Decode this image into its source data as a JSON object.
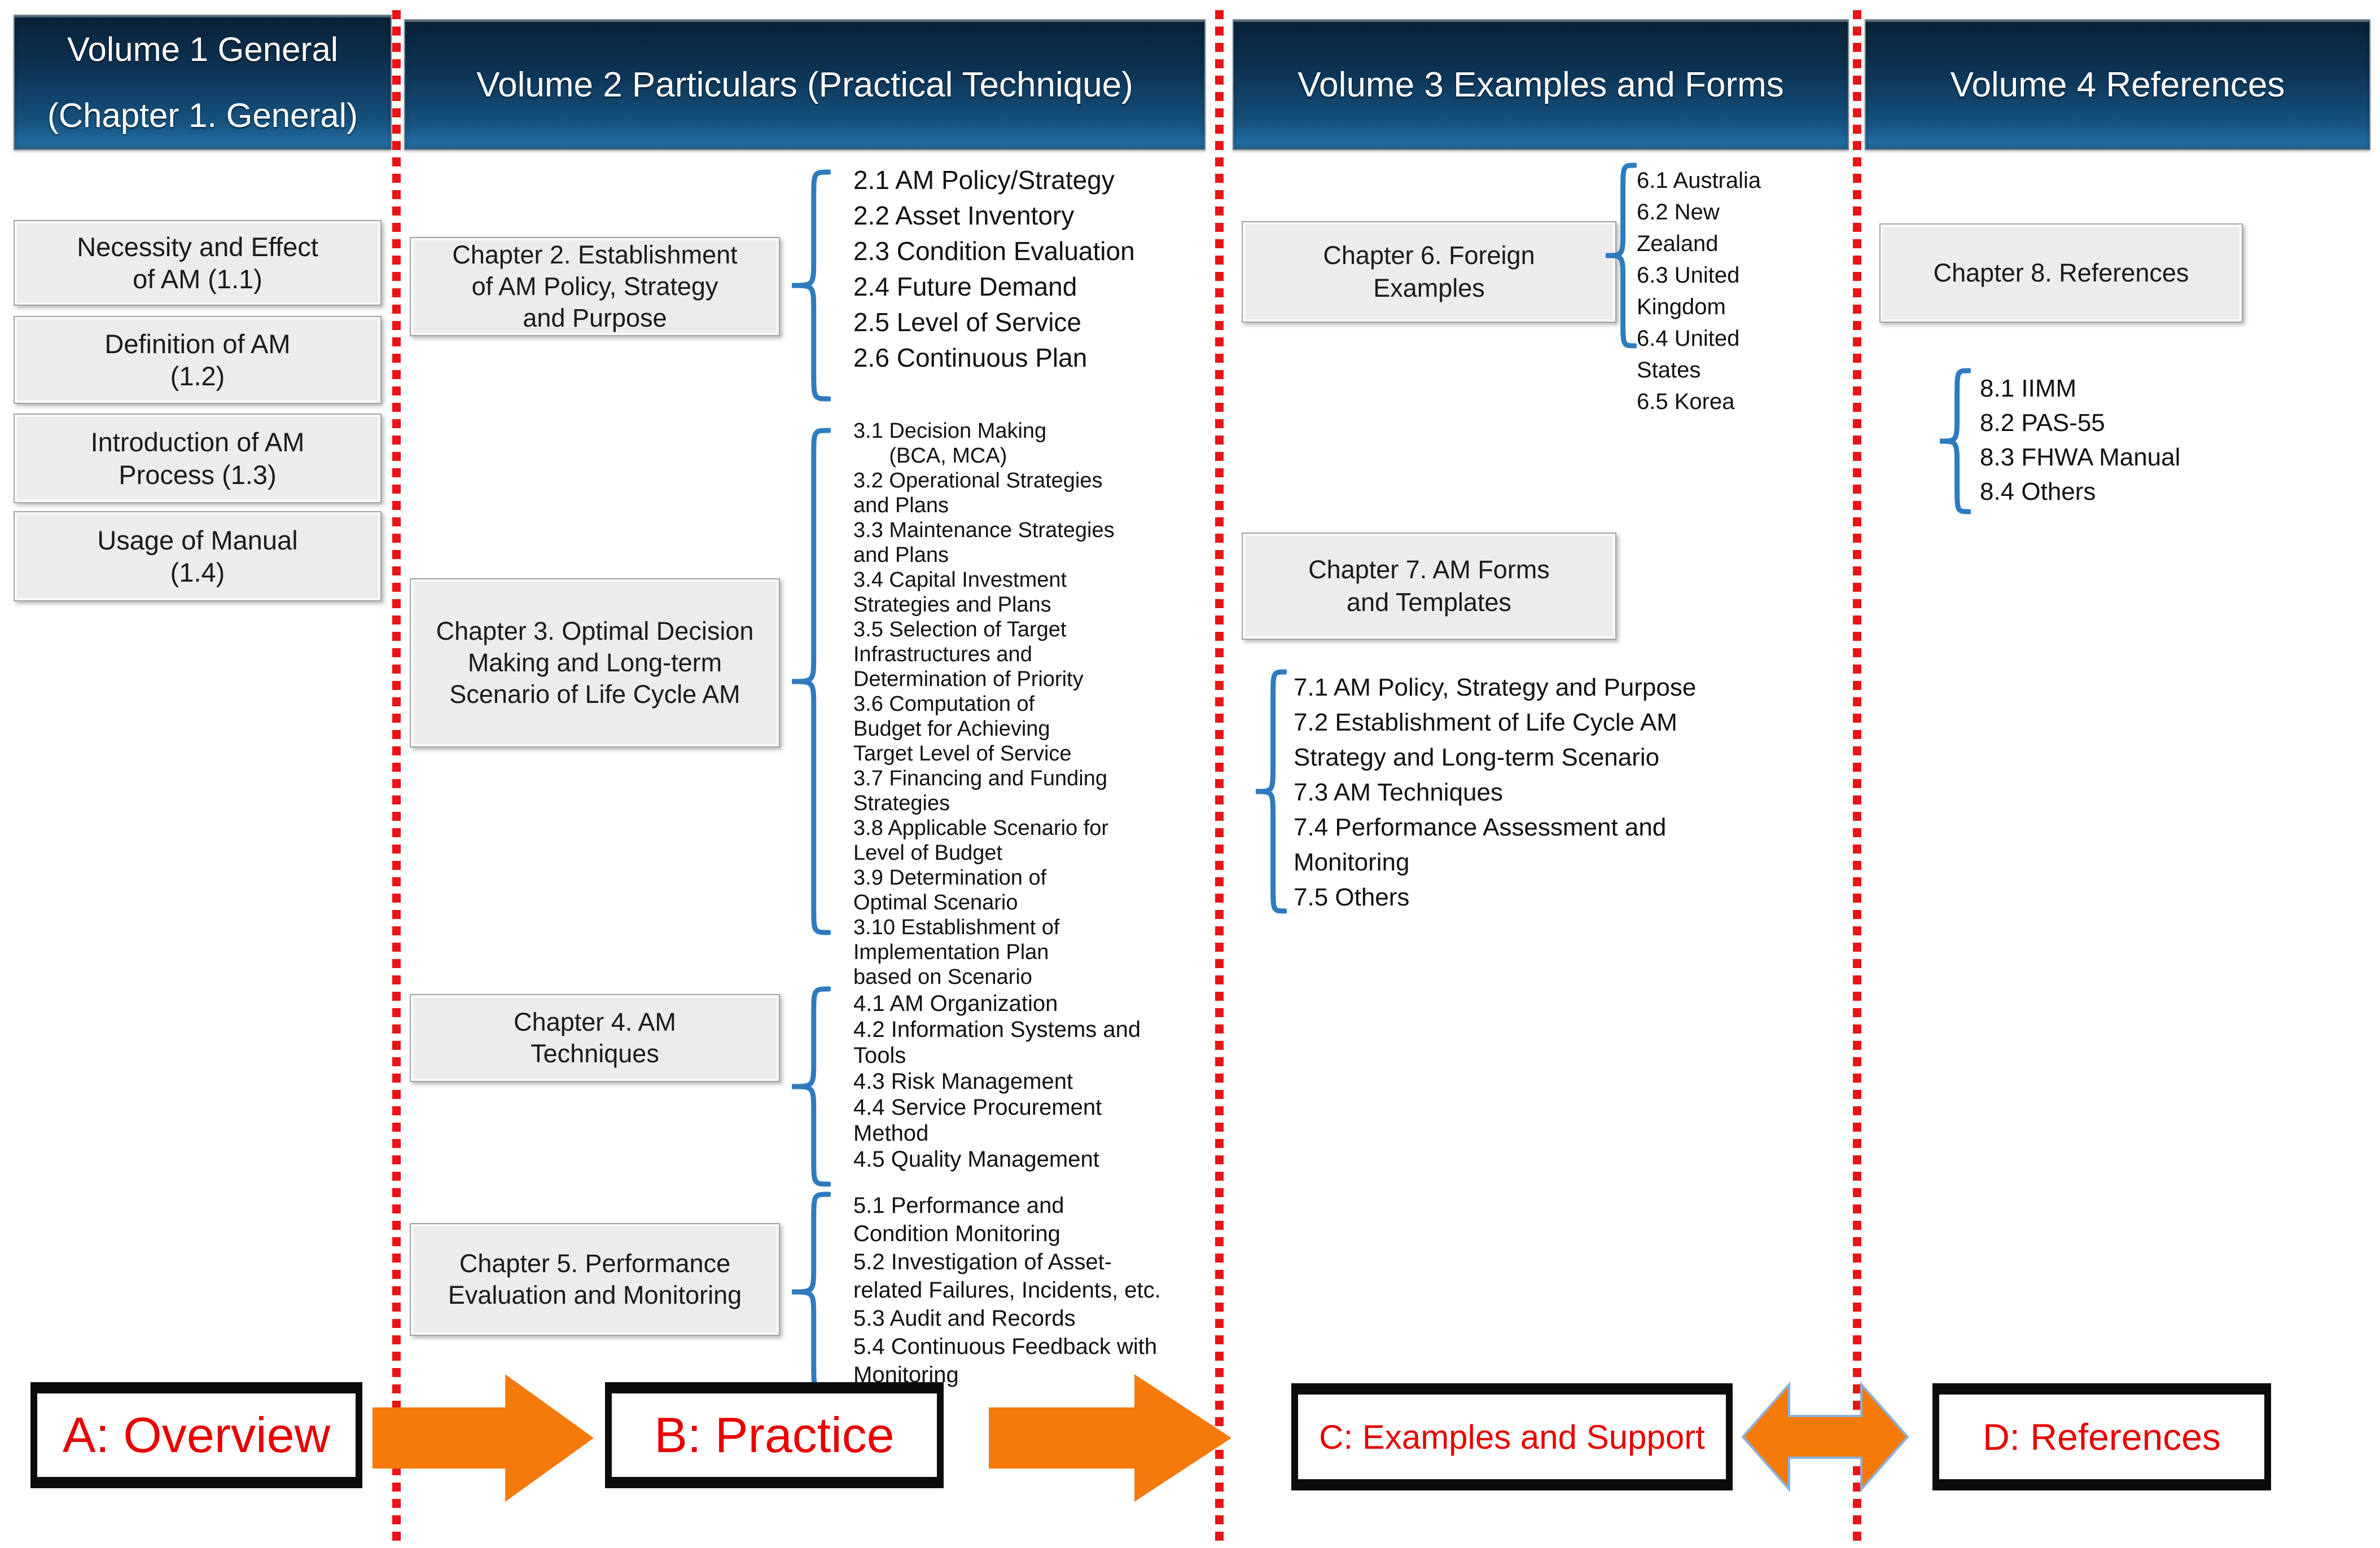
{
  "volumes": [
    {
      "title": "Volume 1 General\n(Chapter 1. General)"
    },
    {
      "title": "Volume 2 Particulars (Practical Technique)"
    },
    {
      "title": "Volume 3 Examples and Forms"
    },
    {
      "title": "Volume 4 References"
    }
  ],
  "column1": {
    "boxes": [
      "Necessity and Effect\nof AM (1.1)",
      "Definition of AM\n(1.2)",
      "Introduction of AM\nProcess (1.3)",
      "Usage of Manual\n(1.4)"
    ]
  },
  "chapters": [
    {
      "box": "Chapter 2. Establishment\nof AM Policy, Strategy\nand Purpose",
      "items": [
        "2.1 AM Policy/Strategy",
        "2.2 Asset Inventory",
        "2.3 Condition Evaluation",
        "2.4 Future Demand",
        "2.5 Level of Service",
        "2.6 Continuous Plan"
      ]
    },
    {
      "box": "Chapter 3. Optimal Decision\nMaking and Long-term\nScenario of Life Cycle AM",
      "items": [
        "3.1 Decision Making\n      (BCA, MCA)",
        "3.2 Operational Strategies\nand Plans",
        "3.3 Maintenance Strategies\nand Plans",
        "3.4 Capital Investment\nStrategies and Plans",
        "3.5 Selection of Target\nInfrastructures and\nDetermination of Priority",
        "3.6 Computation of\nBudget for Achieving\nTarget Level of Service",
        "3.7 Financing and Funding\nStrategies",
        "3.8 Applicable Scenario for\nLevel of Budget",
        "3.9 Determination of\nOptimal Scenario",
        "3.10 Establishment of\nImplementation Plan\nbased on Scenario"
      ]
    },
    {
      "box": "Chapter 4. AM\nTechniques",
      "items": [
        "4.1 AM Organization",
        "4.2 Information Systems and\nTools",
        "4.3 Risk Management",
        "4.4 Service Procurement\nMethod",
        "4.5 Quality Management"
      ]
    },
    {
      "box": "Chapter 5. Performance\nEvaluation and Monitoring",
      "items": [
        "5.1 Performance and\nCondition Monitoring",
        "5.2 Investigation of Asset-\nrelated Failures, Incidents, etc.",
        "5.3 Audit and Records",
        "5.4 Continuous Feedback with\nMonitoring"
      ]
    },
    {
      "box": "Chapter 6. Foreign\nExamples",
      "items": [
        "6.1 Australia",
        "6.2 New\nZealand",
        "6.3 United\nKingdom",
        "6.4 United\nStates",
        "6.5 Korea"
      ]
    },
    {
      "box": "Chapter 7. AM Forms\nand Templates",
      "items": [
        "7.1 AM Policy, Strategy and Purpose",
        "7.2 Establishment of Life Cycle AM\nStrategy and Long-term Scenario",
        "7.3 AM Techniques",
        "7.4 Performance Assessment and\nMonitoring",
        "7.5 Others"
      ]
    },
    {
      "box": "Chapter 8. References",
      "items": [
        "8.1 IIMM",
        "8.2 PAS-55",
        "8.3 FHWA Manual",
        "8.4 Others"
      ]
    }
  ],
  "footer": {
    "a": "A: Overview",
    "b": "B: Practice",
    "c": "C: Examples and Support",
    "d": "D: References"
  },
  "colors": {
    "dotted_line_red": "#e81416",
    "footer_text_red": "#e60000",
    "arrow_orange": "#f57a0a",
    "double_arrow_outline_blue": "#8ab1dd",
    "brace_blue": "#2e7bbf",
    "header_gradient_top": "#0a2136",
    "header_gradient_bottom": "#2573a9",
    "box_gray": "#ececec"
  }
}
